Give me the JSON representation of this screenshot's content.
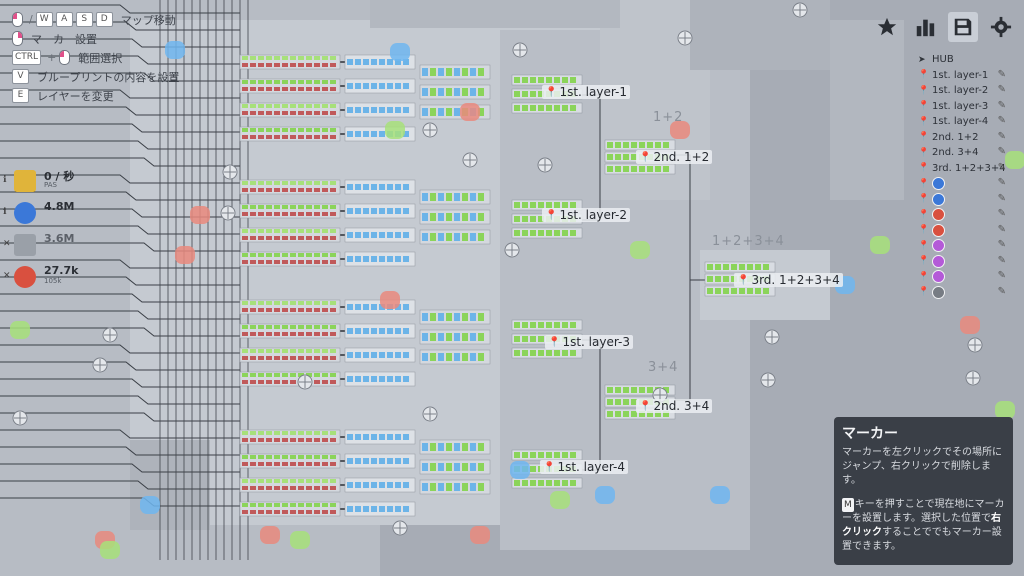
{
  "hints": [
    {
      "keys": [
        "W",
        "A",
        "S",
        "D"
      ],
      "label": "マップ移動",
      "icon": "mouse-left"
    },
    {
      "keys": [],
      "label": "マーカー設置",
      "icon": "mouse-right"
    },
    {
      "keys": [
        "CTRL"
      ],
      "label": "範囲選択",
      "icon": "mouse-left"
    },
    {
      "keys": [
        "V"
      ],
      "label": "ブループリントの内容を設置",
      "icon": ""
    },
    {
      "keys": [
        "E"
      ],
      "label": "レイヤーを変更",
      "icon": ""
    }
  ],
  "stats": [
    {
      "value": "0 / 秒",
      "sub": "PAS",
      "color": "#e0b43a",
      "flag": "ℹ"
    },
    {
      "value": "4.8M",
      "sub": "",
      "color": "#3b78d8",
      "flag": "ℹ"
    },
    {
      "value": "3.6M",
      "sub": "",
      "color": "#9aa0a8",
      "flag": "✕"
    },
    {
      "value": "27.7k",
      "sub": "105k",
      "color": "#d9503f",
      "flag": "✕"
    }
  ],
  "toolbar": [
    {
      "name": "favorites-star-icon",
      "glyph": "★"
    },
    {
      "name": "statistics-bar-icon",
      "glyph": "▮"
    },
    {
      "name": "save-icon",
      "glyph": "💾"
    },
    {
      "name": "settings-gear-icon",
      "glyph": "⚙"
    }
  ],
  "marker_list": [
    {
      "label": "HUB",
      "type": "nav"
    },
    {
      "label": "1st. layer-1",
      "type": "pin"
    },
    {
      "label": "1st. layer-2",
      "type": "pin"
    },
    {
      "label": "1st. layer-3",
      "type": "pin"
    },
    {
      "label": "1st. layer-4",
      "type": "pin"
    },
    {
      "label": "2nd. 1+2",
      "type": "pin"
    },
    {
      "label": "2nd. 3+4",
      "type": "pin"
    },
    {
      "label": "3rd. 1+2+3+4",
      "type": "pin"
    },
    {
      "label": "",
      "type": "shape",
      "color": "#3b78d8"
    },
    {
      "label": "",
      "type": "shape",
      "color": "#3b78d8"
    },
    {
      "label": "",
      "type": "shape",
      "color": "#d9503f"
    },
    {
      "label": "",
      "type": "shape",
      "color": "#d9503f"
    },
    {
      "label": "",
      "type": "shape",
      "color": "#b45ad8"
    },
    {
      "label": "",
      "type": "shape",
      "color": "#b45ad8"
    },
    {
      "label": "",
      "type": "shape",
      "color": "#b45ad8"
    },
    {
      "label": "",
      "type": "shape",
      "color": "#777c84"
    }
  ],
  "map_markers": [
    {
      "label": "1st. layer-1"
    },
    {
      "label": "1st. layer-2"
    },
    {
      "label": "1st. layer-3"
    },
    {
      "label": "1st. layer-4"
    },
    {
      "label": "2nd. 1+2"
    },
    {
      "label": "2nd. 3+4"
    },
    {
      "label": "3rd. 1+2+3+4"
    }
  ],
  "group_labels": [
    "1+2",
    "3+4",
    "1+2+3+4"
  ],
  "tooltip": {
    "title": "マーカー",
    "p1": "マーカーを左クリックでその場所にジャンプ、右クリックで削除します。",
    "key": "M",
    "p2a": "キーを押すことで現在地にマーカーを設置します。選択した位置で",
    "p2b": "右クリック",
    "p2c": "することででもマーカー設置できます。"
  },
  "colors": {
    "background": "#a7acb5",
    "platform": "#c3c8d0",
    "belt": "#2d3138",
    "accent_green": "#8bd45a",
    "accent_red": "#d9503f",
    "accent_blue": "#6fb6f0"
  }
}
